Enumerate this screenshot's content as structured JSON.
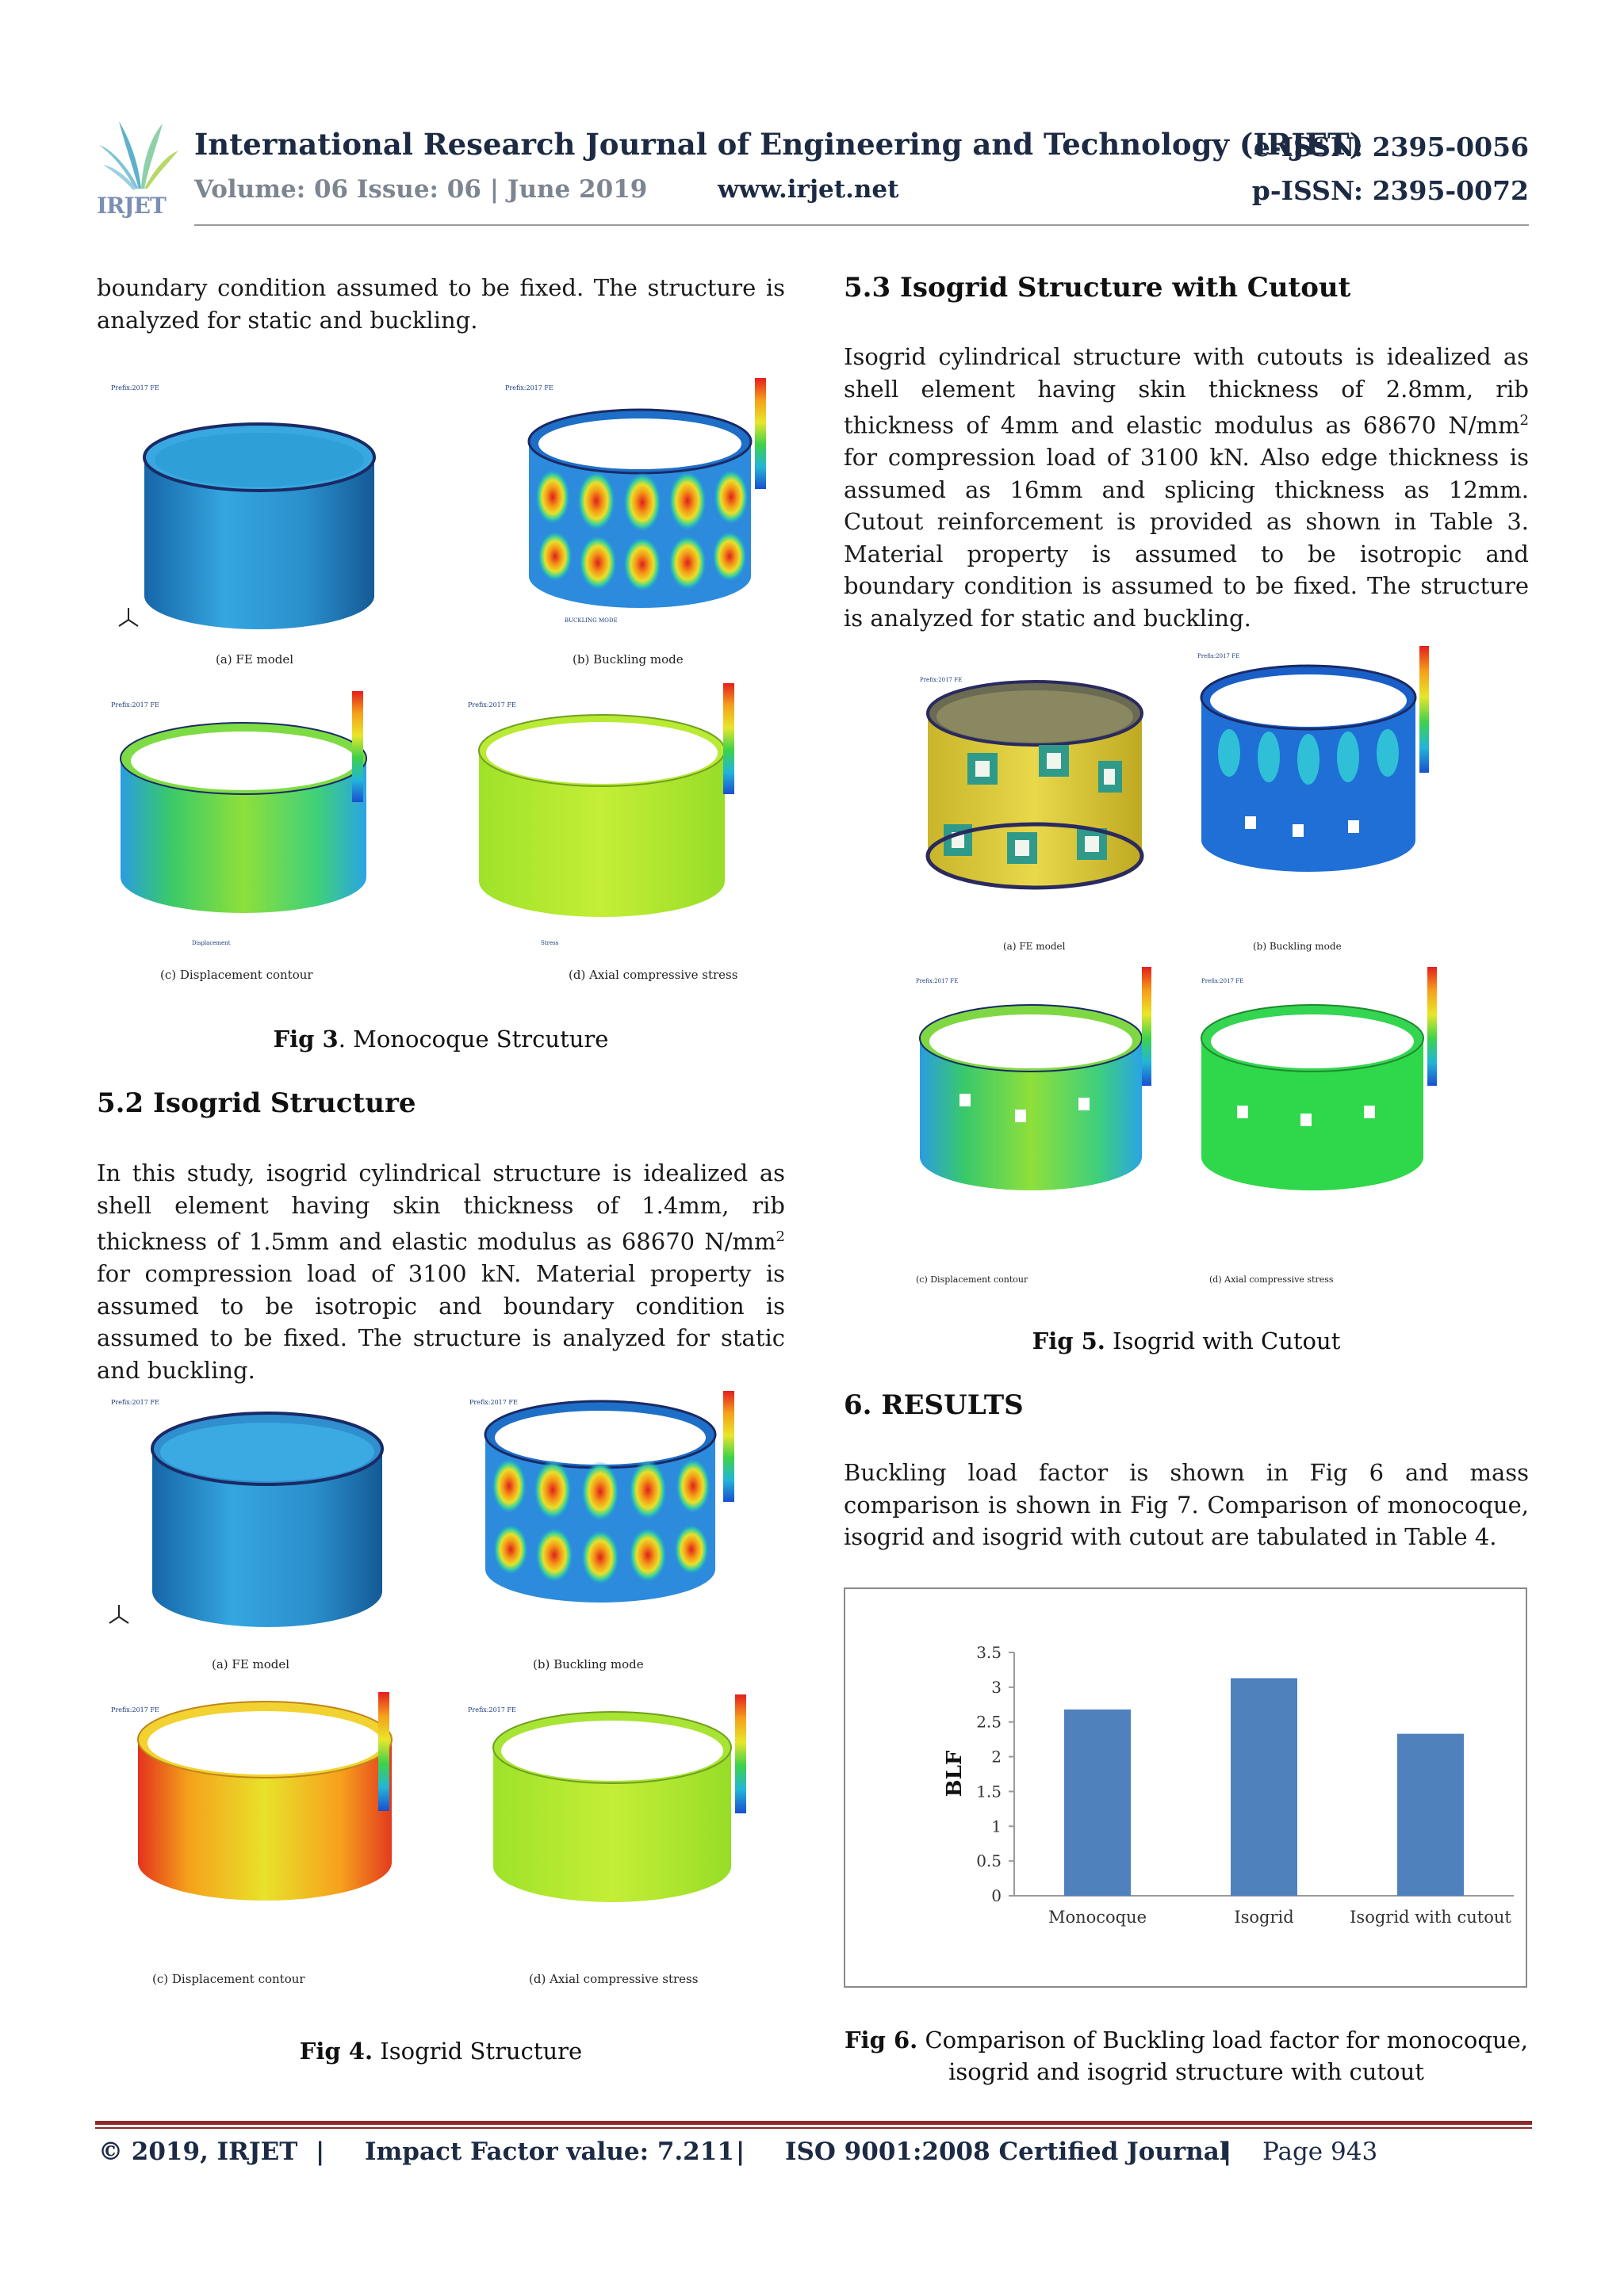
{
  "header": {
    "logo_text": "IRJET",
    "journal_title": "International Research Journal of Engineering and Technology (IRJET)",
    "e_issn": "e-ISSN: 2395-0056",
    "volume": "Volume: 06 Issue: 06 | June 2019",
    "website": "www.irjet.net",
    "p_issn": "p-ISSN: 2395-0072"
  },
  "left": {
    "intro": "boundary condition assumed to be fixed. The structure is analyzed for static and buckling.",
    "fig3": {
      "labels": [
        "(a) FE model",
        "(b) Buckling mode",
        "(c) Displacement contour",
        "(d) Axial compressive stress"
      ],
      "caption_bold": "Fig 3",
      "caption_text": ". Monocoque Strcuture"
    },
    "sec52_heading": "5.2 Isogrid Structure",
    "sec52_text_1": "In this study, isogrid cylindrical structure is idealized as shell element having skin thickness of 1.4mm, rib thickness of 1.5mm and elastic modulus as 68670 N/mm",
    "sec52_sup": "2",
    "sec52_text_2": " for compression load of 3100 kN. Material property is assumed to be isotropic and boundary condition is assumed to be fixed. The structure is analyzed for static and buckling.",
    "fig4": {
      "labels": [
        "(a) FE model",
        "(b) Buckling mode",
        "(c) Displacement contour",
        "(d) Axial compressive stress"
      ],
      "caption_bold": "Fig 4.",
      "caption_text": " Isogrid Structure"
    }
  },
  "right": {
    "sec53_heading": "5.3 Isogrid Structure with Cutout",
    "sec53_text_1": "Isogrid cylindrical structure with cutouts is idealized as shell element having skin thickness of 2.8mm, rib thickness of 4mm and elastic modulus as 68670 N/mm",
    "sec53_sup": "2",
    "sec53_text_2": " for compression load of 3100 kN. Also edge thickness is assumed as 16mm and splicing thickness as 12mm. Cutout reinforcement is provided as shown in Table 3. Material property is assumed to be isotropic and boundary condition is assumed to be fixed. The structure is analyzed for static and buckling.",
    "fig5": {
      "labels": [
        "(a) FE model",
        "(b) Buckling mode",
        "(c) Displacement contour",
        "(d) Axial compressive stress"
      ],
      "caption_bold": "Fig 5.",
      "caption_text": " Isogrid with Cutout"
    },
    "sec6_heading": "6. RESULTS",
    "sec6_text": "Buckling load factor is shown in Fig 6 and mass comparison is shown in Fig 7. Comparison of monocoque, isogrid and isogrid with cutout are tabulated in Table 4.",
    "fig6": {
      "caption_bold": "Fig 6.",
      "caption_text_1": " Comparison of Buckling load factor for monocoque,",
      "caption_text_2": "isogrid and isogrid structure with cutout"
    }
  },
  "chart_data": {
    "type": "bar",
    "categories": [
      "Monocoque",
      "Isogrid",
      "Isogrid with cutout"
    ],
    "values": [
      2.68,
      3.13,
      2.33
    ],
    "ylabel": "BLF",
    "xlabel": "",
    "ylim": [
      0,
      3.5
    ],
    "yticks": [
      "0",
      "0.5",
      "1",
      "1.5",
      "2",
      "2.5",
      "3",
      "3.5"
    ],
    "bar_color": "#4f81bd",
    "grid": false
  },
  "footer": {
    "copyright": "© 2019, IRJET",
    "sep": "|",
    "impact": "Impact Factor value: 7.211",
    "iso": "ISO 9001:2008 Certified Journal",
    "page": "Page 943"
  },
  "colors": {
    "header_text": "#1c2a44",
    "footer_rule": "#8c2a2a",
    "fe_blue": "#1e90d0"
  }
}
